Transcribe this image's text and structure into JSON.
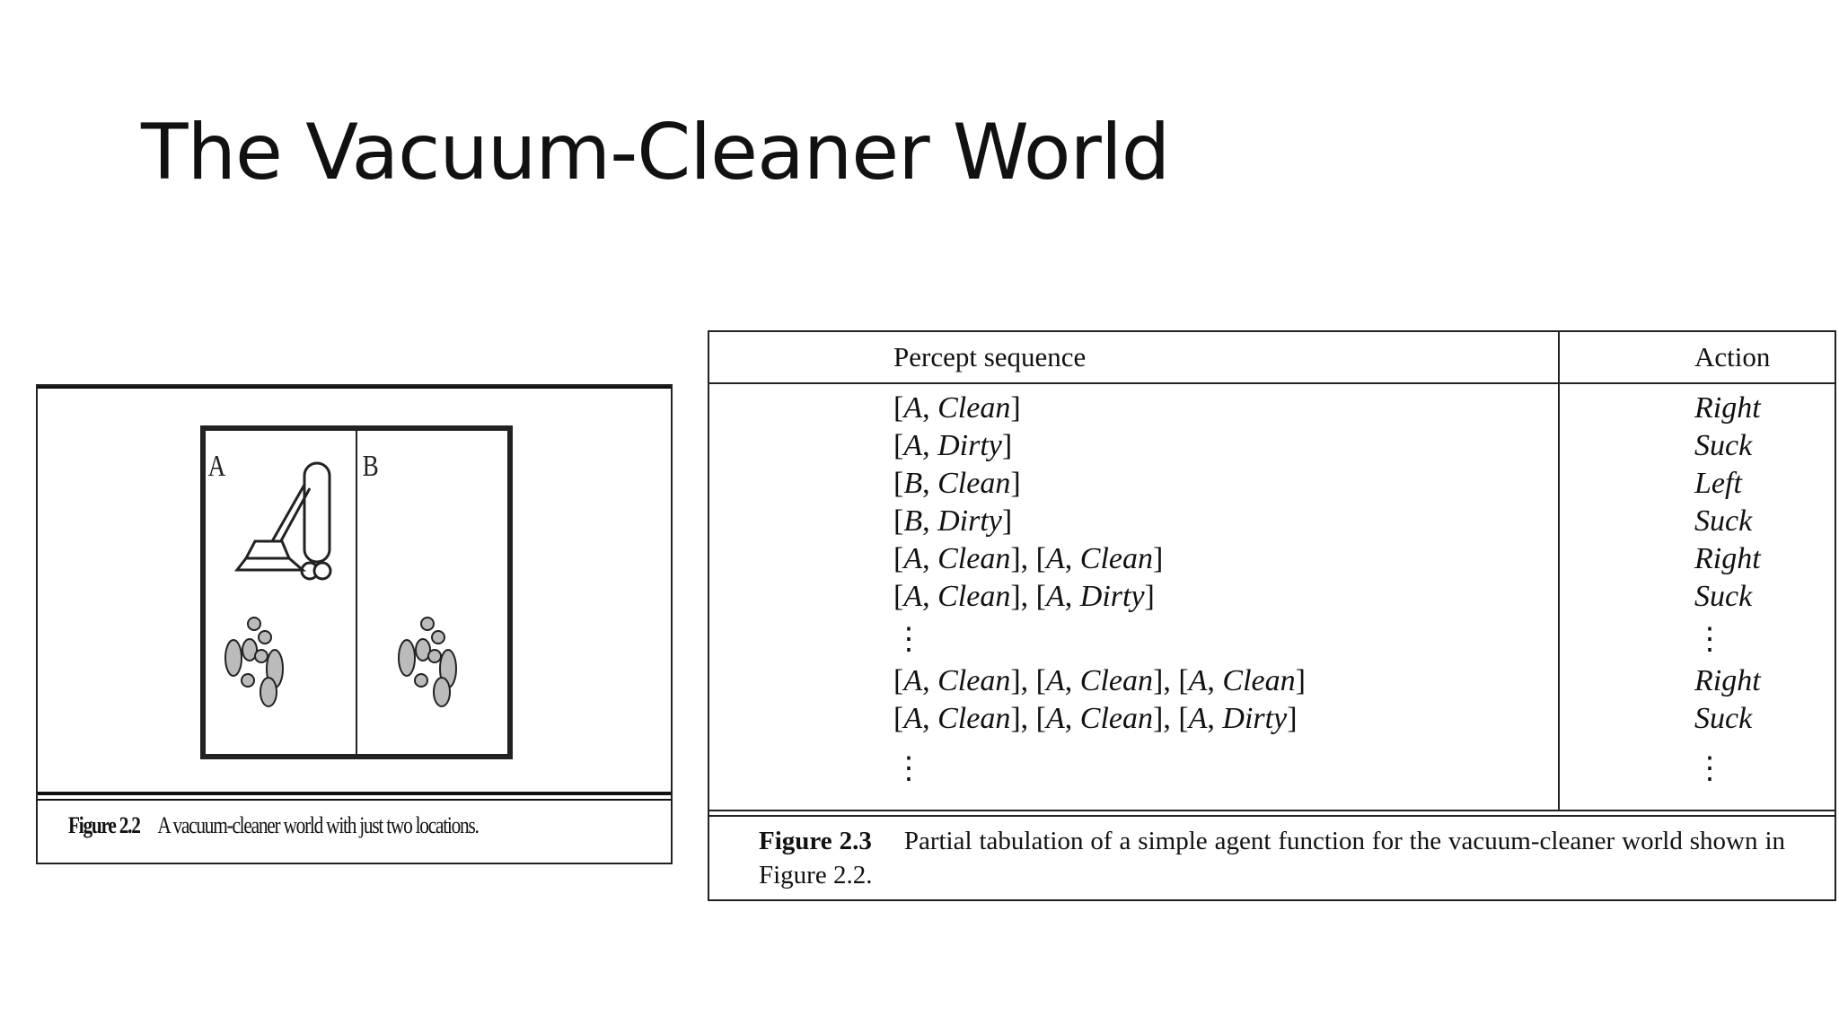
{
  "slide": {
    "title": "The Vacuum-Cleaner World"
  },
  "figure_2_2": {
    "label": "Figure 2.2",
    "caption": "A vacuum-cleaner world with just two locations.",
    "location_a": "A",
    "location_b": "B"
  },
  "figure_2_3": {
    "label": "Figure 2.3",
    "caption": "Partial tabulation of a simple agent function for the vacuum-cleaner world shown in Figure 2.2.",
    "headers": {
      "percept": "Percept sequence",
      "action": "Action"
    },
    "rows": [
      {
        "percept": "[A, Clean]",
        "action": "Right"
      },
      {
        "percept": "[A, Dirty]",
        "action": "Suck"
      },
      {
        "percept": "[B, Clean]",
        "action": "Left"
      },
      {
        "percept": "[B, Dirty]",
        "action": "Suck"
      },
      {
        "percept": "[A, Clean], [A, Clean]",
        "action": "Right"
      },
      {
        "percept": "[A, Clean], [A, Dirty]",
        "action": "Suck"
      },
      {
        "percept": "⋮",
        "action": "⋮"
      },
      {
        "percept": "[A, Clean], [A, Clean], [A, Clean]",
        "action": "Right"
      },
      {
        "percept": "[A, Clean], [A, Clean], [A, Dirty]",
        "action": "Suck"
      },
      {
        "percept": "⋮",
        "action": "⋮"
      }
    ]
  }
}
